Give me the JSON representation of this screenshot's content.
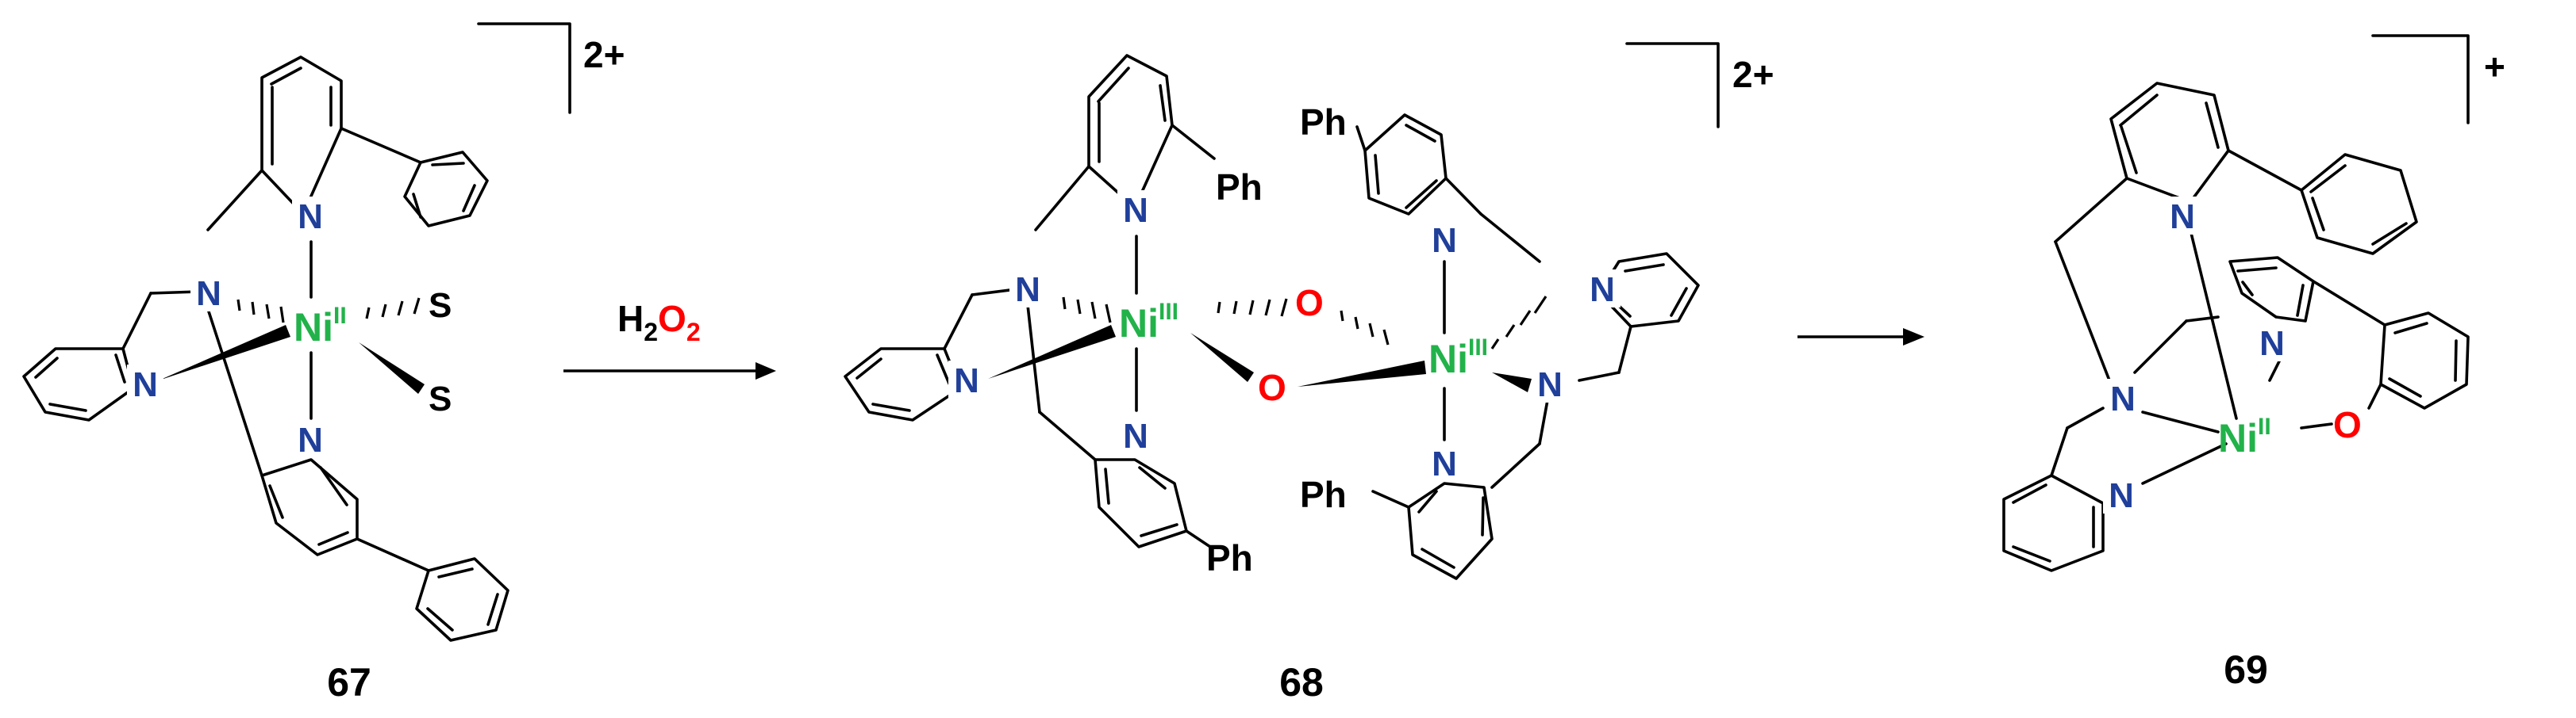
{
  "compounds": [
    {
      "id": "67",
      "charge": "2+",
      "metal": "Ni",
      "oxidation": "II",
      "ligand_atom": "S"
    },
    {
      "id": "68",
      "charge": "2+",
      "metal": "Ni",
      "oxidation": "III",
      "bridge": "O",
      "substituent": "Ph"
    },
    {
      "id": "69",
      "charge": "+",
      "metal": "Ni",
      "oxidation": "II",
      "phenolate": "O"
    }
  ],
  "atoms": {
    "nitrogen": "N"
  },
  "reagent": {
    "main": "H",
    "sub1": "2",
    "o": "O",
    "sub2": "2"
  },
  "colors": {
    "nitrogen": "#1f3f9a",
    "nickel": "#22b24a",
    "oxygen": "#ff0000",
    "bond": "#000000"
  }
}
